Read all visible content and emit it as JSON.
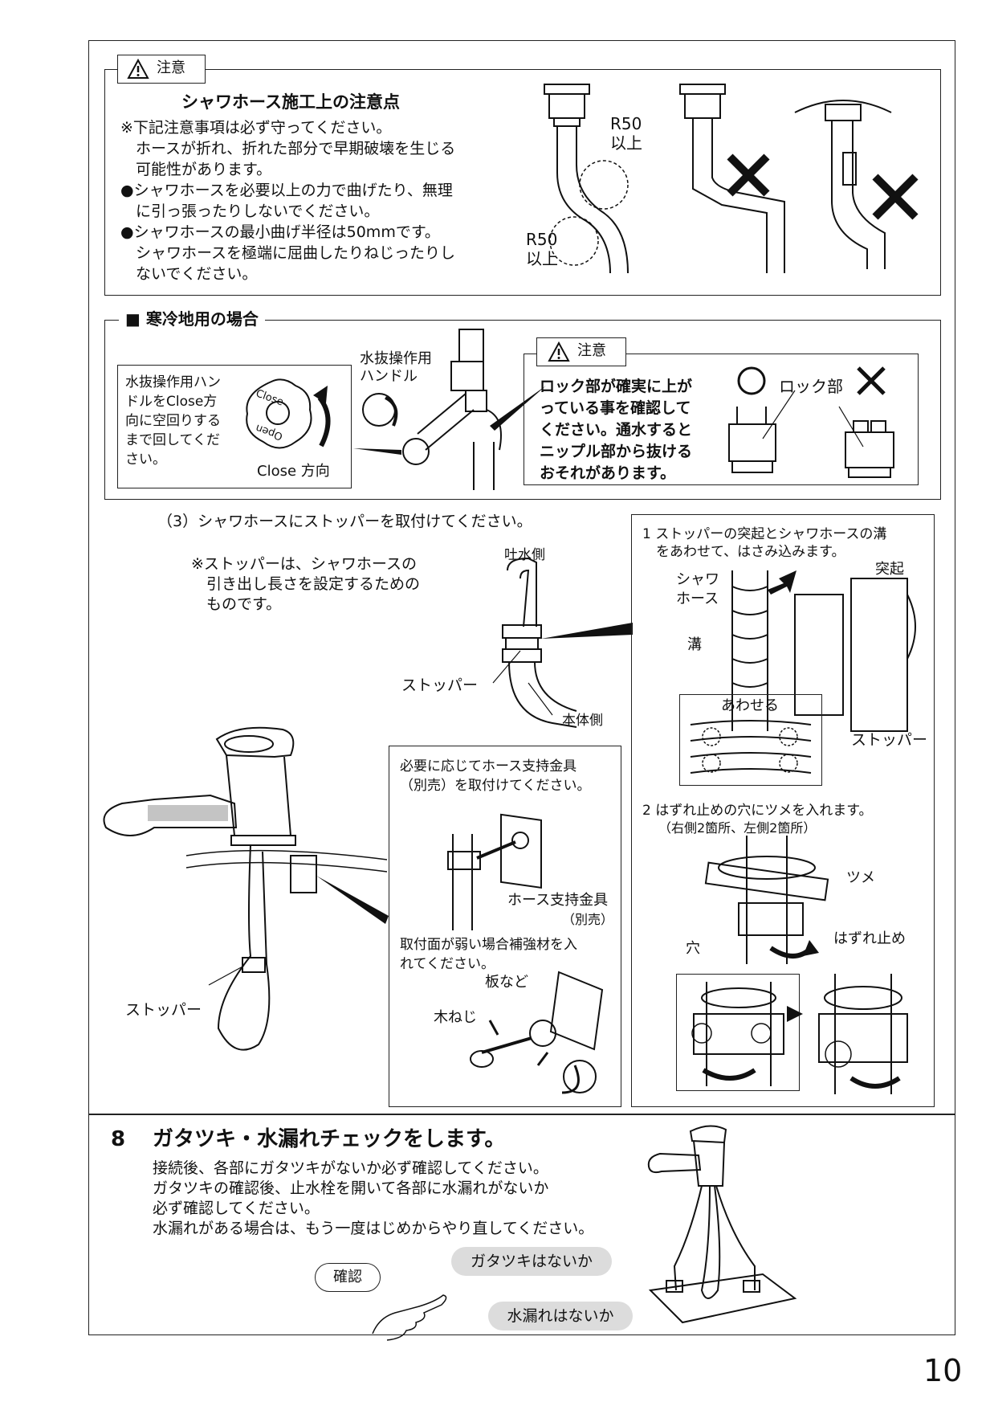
{
  "caution": {
    "label": "注意",
    "heading": "シャワホース施工上の注意点",
    "lines": [
      "※下記注意事項は必ず守ってください。",
      "　ホースが折れ、折れた部分で早期破壊を生じる",
      "　可能性があります。",
      "●シャワホースを必要以上の力で曲げたり、無理",
      "　に引っ張ったりしないでください。",
      "●シャワホースの最小曲げ半径は50mmです。",
      "　シャワホースを極端に屈曲したりねじったりし",
      "　ないでください。"
    ],
    "r50_top": "R50\n以上",
    "r50_bottom": "R50\n以上"
  },
  "cold": {
    "title": "■ 寒冷地用の場合",
    "handle_note": "水抜操作用ハン\nドルをClose方\n向に空回りする\nまで回してくだ\nさい。",
    "close_dir": "Close 方向",
    "handle_label": "水抜操作用\nハンドル",
    "caution_label": "注意",
    "lock_text": "ロック部が確実に上が\nっている事を確認して\nください。通水すると\nニップル部から抜ける\nおそれがあります。",
    "lock_label": "ロック部",
    "dial_close": "Close",
    "dial_open": "Open"
  },
  "step3": {
    "title": "（3）シャワホースにストッパーを取付けてください。",
    "note": "※ストッパーは、シャワホースの\n　引き出し長さを設定するための\n　ものです。",
    "outlet_side": "吐水側",
    "stopper": "ストッパー",
    "body_side": "本体側",
    "stopper_bottom": "ストッパー"
  },
  "support": {
    "line1": "必要に応じてホース支持金具\n（別売）を取付けてください。",
    "bracket": "ホース支持金具",
    "bracket_sold": "（別売）",
    "line2": "取付面が弱い場合補強材を入\nれてください。",
    "plate": "板など",
    "screw": "木ねじ"
  },
  "right": {
    "step1": "1 ストッパーの突起とシャワホースの溝\n　をあわせて、はさみ込みます。",
    "shower_hose": "シャワ\nホース",
    "protrusion": "突起",
    "groove": "溝",
    "align": "あわせる",
    "stopper": "ストッパー",
    "step2": "2 はずれ止めの穴にツメを入れます。",
    "step2_sub": "（右側2箇所、左側2箇所）",
    "claw": "ツメ",
    "hole": "穴",
    "stopper_lock": "はずれ止め"
  },
  "step8": {
    "number": "8",
    "title": "ガタツキ・水漏れチェックをします。",
    "lines": "接続後、各部にガタツキがないか必ず確認してください。\nガタツキの確認後、止水栓を開いて各部に水漏れがないか\n必ず確認してください。\n水漏れがある場合は、もう一度はじめからやり直してください。",
    "confirm": "確認",
    "bubble1": "ガタツキはないか",
    "bubble2": "水漏れはないか"
  },
  "page_number": "10"
}
